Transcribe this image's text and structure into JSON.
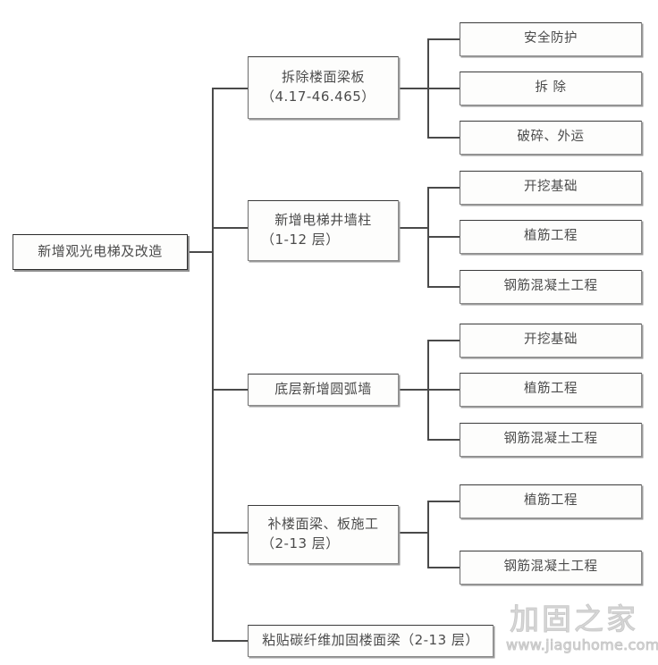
{
  "diagram": {
    "title": "新增观光电梯及改造",
    "root": {
      "label": "新增观光电梯及改造"
    },
    "branches": [
      {
        "id": "branch-1",
        "label_line1": "拆除楼面梁板",
        "label_line2": "（4.17-46.465）",
        "children": [
          {
            "label": "安全防护"
          },
          {
            "label": "拆  除"
          },
          {
            "label": "破碎、外运"
          }
        ]
      },
      {
        "id": "branch-2",
        "label_line1": "新增电梯井墙柱",
        "label_line2": "（1-12 层）",
        "children": [
          {
            "label": "开挖基础"
          },
          {
            "label": "植筋工程"
          },
          {
            "label": "钢筋混凝土工程"
          }
        ]
      },
      {
        "id": "branch-3",
        "label_line1": "底层新增圆弧墙",
        "label_line2": "",
        "children": [
          {
            "label": "开挖基础"
          },
          {
            "label": "植筋工程"
          },
          {
            "label": "钢筋混凝土工程"
          }
        ]
      },
      {
        "id": "branch-4",
        "label_line1": "补楼面梁、板施工",
        "label_line2": "（2-13 层）",
        "children": [
          {
            "label": "植筋工程"
          },
          {
            "label": "钢筋混凝土工程"
          }
        ]
      },
      {
        "id": "branch-5",
        "label_line1": "粘贴碳纤维加固楼面梁（2-13 层）",
        "label_line2": "",
        "children": []
      }
    ]
  },
  "watermark": {
    "brand": "加固之家",
    "url": "www.jiaguhome.com"
  },
  "colors": {
    "box_border_dark": "#3a3a3a",
    "box_border_light": "#8d8d8d",
    "box_fill": "#fdfdfc",
    "line": "#4a4a4a",
    "text": "#4b4b4b",
    "watermark": "#c9c9c9"
  }
}
